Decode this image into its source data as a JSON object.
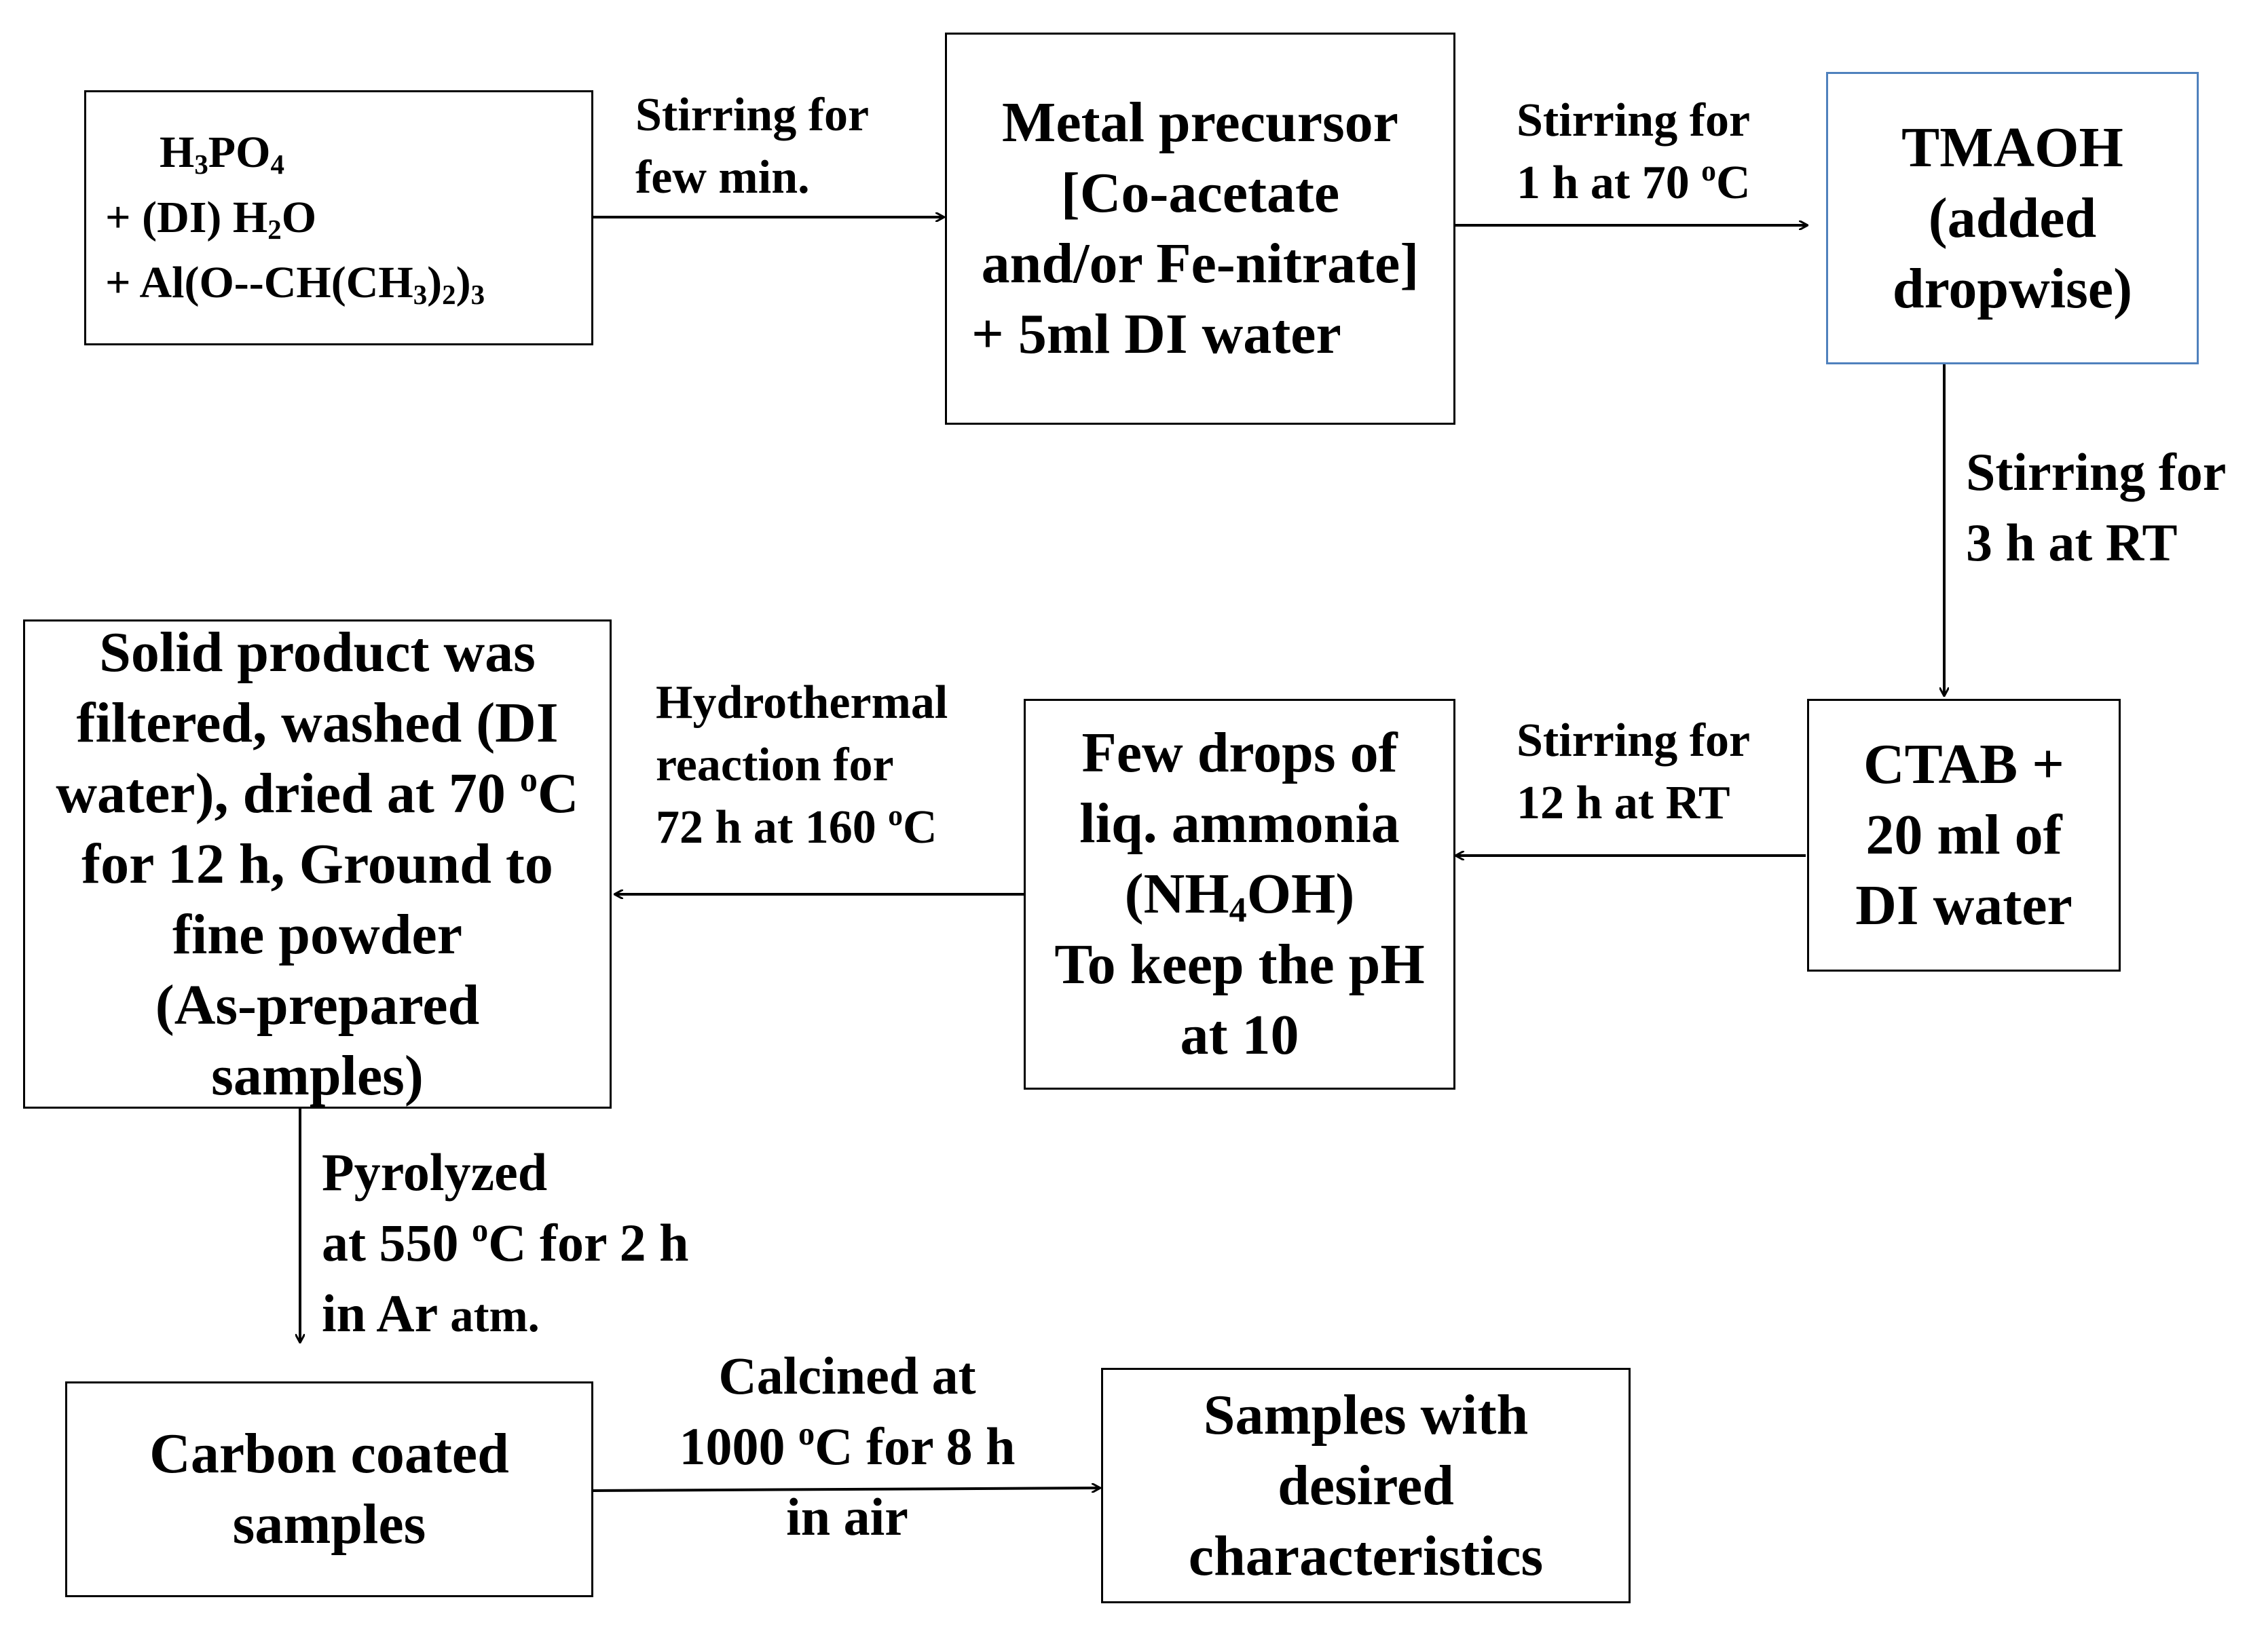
{
  "boxes": {
    "reagents": {
      "l1": {
        "a": "H",
        "s1": "3",
        "b": "PO",
        "s2": "4"
      },
      "l2": {
        "a": "+ (DI) H",
        "s1": "2",
        "b": "O"
      },
      "l3": {
        "a": "+ Al(O--CH(CH",
        "s1": "3",
        "b": ")",
        "s2": "2",
        "c": ")",
        "s3": "3"
      }
    },
    "metal_precursor": [
      "Metal precursor",
      "[Co-acetate",
      "and/or Fe-nitrate]",
      "+ 5ml DI water"
    ],
    "tmaoh": [
      "TMAOH",
      "(added",
      "dropwise)"
    ],
    "ctab": [
      "CTAB +",
      "20 ml of",
      "DI water"
    ],
    "ammonia": {
      "l1": "Few drops of",
      "l2": "liq. ammonia",
      "l3": {
        "a": "(NH",
        "s": "4",
        "b": "OH)"
      },
      "l4": "To keep the pH",
      "l5": "at 10"
    },
    "solid_product": {
      "l1": "Solid product was",
      "l2": "filtered, washed (DI",
      "l3": {
        "a": "water), dried at 70 ",
        "sup": "o",
        "b": "C"
      },
      "l4": "for 12 h, Ground to",
      "l5": "fine powder",
      "l6": "(As-prepared",
      "l7": "samples)"
    },
    "carbon_coated": [
      "Carbon coated",
      "samples"
    ],
    "final_samples": [
      "Samples with",
      "desired",
      "characteristics"
    ]
  },
  "arrow_labels": {
    "stir_few_min": [
      "Stirring for",
      "few min."
    ],
    "stir_1h": {
      "l1": "Stirring for",
      "l2": {
        "a": "1 h at 70 ",
        "sup": "o",
        "b": "C"
      }
    },
    "stir_3h": [
      "Stirring for",
      "3 h at RT"
    ],
    "stir_12h": [
      "Stirring for",
      "12 h at RT"
    ],
    "hydrothermal": {
      "l1": "Hydrothermal",
      "l2": "reaction for",
      "l3": {
        "a": "72 h at 160 ",
        "sup": "o",
        "b": "C"
      }
    },
    "pyrolyzed": {
      "l1": "Pyrolyzed",
      "l2": {
        "a": "at 550 ",
        "sup": "o",
        "b": "C for 2 h"
      },
      "l3": {
        "a": "in Ar ",
        "b": "atm."
      }
    },
    "calcined": {
      "l1": "Calcined at",
      "l2": {
        "a": "1000 ",
        "sup": "o",
        "b": "C for 8 h"
      },
      "l3": "in air"
    }
  },
  "colors": {
    "tmaoh_border": "#4f81bd",
    "default_border": "#000000"
  }
}
